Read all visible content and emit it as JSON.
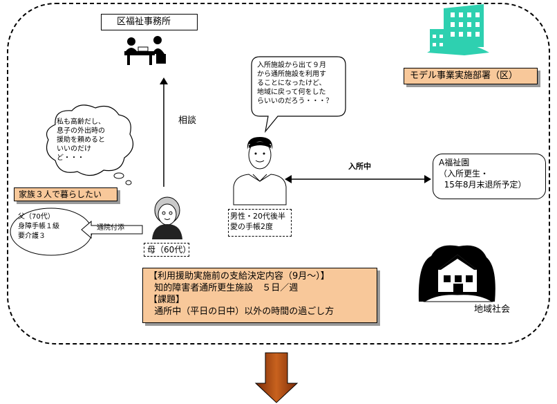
{
  "office": {
    "label": "区福祉事務所"
  },
  "model_dept": {
    "label": "モデル事業実施部署（区）"
  },
  "consult": {
    "label": "相談"
  },
  "thought_mother": {
    "text": "私も高齢だし、\n息子の外出時の\n援助を頼めると\nいいのだけ\nど・・・"
  },
  "thought_son": {
    "text": "入所施設から出て９月\nから通所施設を利用す\nることになったけど、\n地域に戻って何をした\nらいいのだろう・・・？"
  },
  "family_wish": {
    "label": "家族３人で暮らしたい"
  },
  "father": {
    "text": "父（70代）\n身障手帳１級\n要介護３"
  },
  "escort": {
    "label": "通院付添"
  },
  "mother": {
    "label": "母（60代）"
  },
  "son": {
    "text": "男性・20代後半\n愛の手帳2度"
  },
  "enrolled": {
    "label": "入所中"
  },
  "facility": {
    "text": "A福祉園\n（入所更生・\n  15年8月末退所予定）"
  },
  "community": {
    "label": "地域社会"
  },
  "support": {
    "text": "【利用援助実施前の支給決定内容（9月～）】\n  知的障害者通所更生施設　５日／週\n【課題】\n  通所中（平日の日中）以外の時間の過ごし方"
  },
  "colors": {
    "building": "#2ed0b0",
    "note": "#f8c89a",
    "arrow_down": "#b5501a"
  }
}
